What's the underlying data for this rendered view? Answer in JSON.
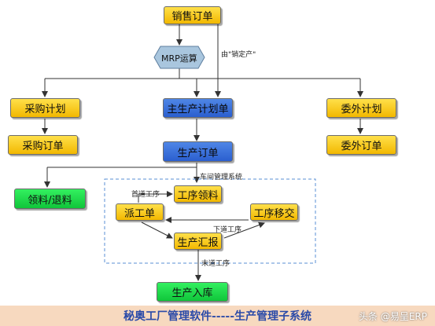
{
  "nodes": {
    "sales_order": "销售订单",
    "mrp": "MRP运算",
    "purchase_plan": "采购计划",
    "master_plan": "主生产计划单",
    "outsource_plan": "委外计划",
    "purchase_order": "采购订单",
    "production_order": "生产订单",
    "outsource_order": "委外订单",
    "material_issue": "领料/退料",
    "dispatch": "派工单",
    "process_material": "工序领料",
    "process_handover": "工序移交",
    "production_report": "生产汇报",
    "stock_in": "生产入库"
  },
  "labels": {
    "make_to_order": "由\"销定产\"",
    "workshop": "车间管理系统",
    "first_process": "首道工序",
    "next_process": "下道工序",
    "last_process": "末道工序"
  },
  "footer": {
    "title": "秘奥工厂管理软件-----生产管理子系统"
  },
  "watermark": "头条 @易呈ERP",
  "colors": {
    "yellow": "#f5c400",
    "blue": "#2f6ad8",
    "green": "#18d447",
    "footer_bg": "#f7d9bf",
    "footer_text": "#2a4aa8"
  }
}
